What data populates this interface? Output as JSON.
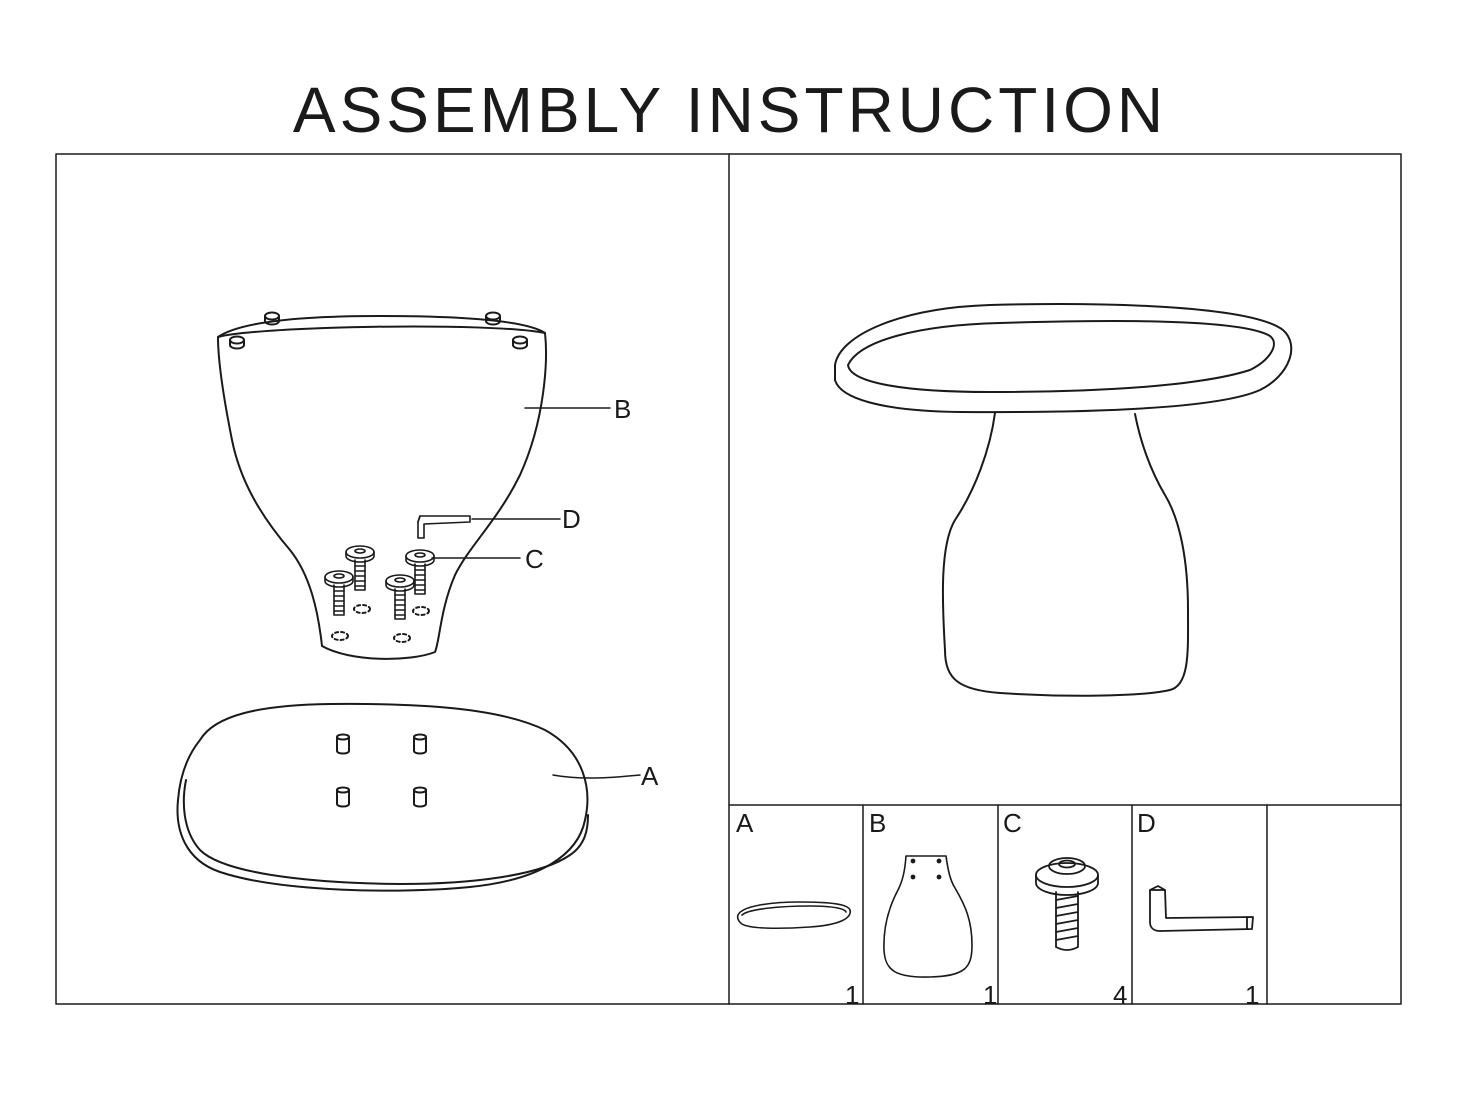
{
  "title": "ASSEMBLY INSTRUCTION",
  "diagram_labels": {
    "a": "A",
    "b": "B",
    "c": "C",
    "d": "D"
  },
  "parts": [
    {
      "id": "A",
      "qty": "1",
      "icon": "tabletop-icon"
    },
    {
      "id": "B",
      "qty": "1",
      "icon": "table-base-icon"
    },
    {
      "id": "C",
      "qty": "4",
      "icon": "bolt-icon"
    },
    {
      "id": "D",
      "qty": "1",
      "icon": "allen-key-icon"
    }
  ]
}
